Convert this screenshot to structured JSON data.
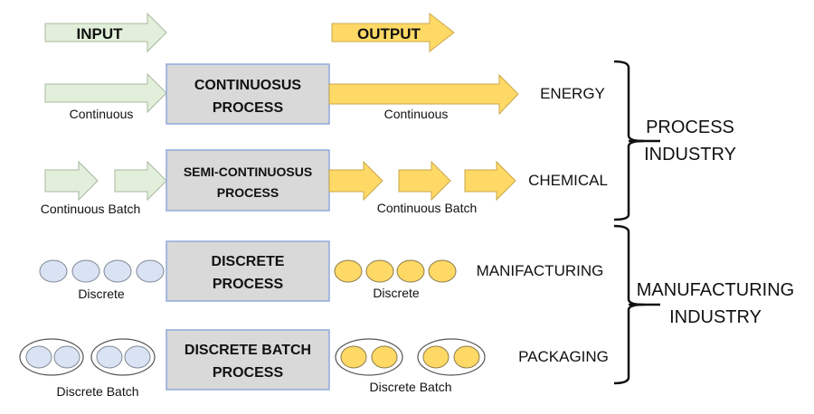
{
  "colors": {
    "input_fill": "#e2efda",
    "input_stroke": "#a9b8a0",
    "output_fill": "#ffd966",
    "output_stroke": "#c8a84a",
    "discrete_in_fill": "#dae3f3",
    "discrete_in_stroke": "#7f8793",
    "box_fill": "#d9d9d9",
    "box_stroke": "#8faadc",
    "brace": "#111111"
  },
  "legend": {
    "input_label": "INPUT",
    "output_label": "OUTPUT"
  },
  "rows": [
    {
      "id": "continuous",
      "input_label": "Continuous",
      "process_line1": "CONTINUOSUS",
      "process_line2": "PROCESS",
      "output_label": "Continuous",
      "industry_example": "ENERGY"
    },
    {
      "id": "semi-continuous",
      "input_label": "Continuous Batch",
      "process_line1": "SEMI-CONTINUOSUS",
      "process_line2": "PROCESS",
      "output_label": "Continuous Batch",
      "industry_example": "CHEMICAL"
    },
    {
      "id": "discrete",
      "input_label": "Discrete",
      "process_line1": "DISCRETE",
      "process_line2": "PROCESS",
      "output_label": "Discrete",
      "industry_example": "MANIFACTURING"
    },
    {
      "id": "discrete-batch",
      "input_label": "Discrete Batch",
      "process_line1": "DISCRETE BATCH",
      "process_line2": "PROCESS",
      "output_label": "Discrete Batch",
      "industry_example": "PACKAGING"
    }
  ],
  "groups": [
    {
      "line1": "PROCESS",
      "line2": "INDUSTRY"
    },
    {
      "line1": "MANUFACTURING",
      "line2": "INDUSTRY"
    }
  ]
}
